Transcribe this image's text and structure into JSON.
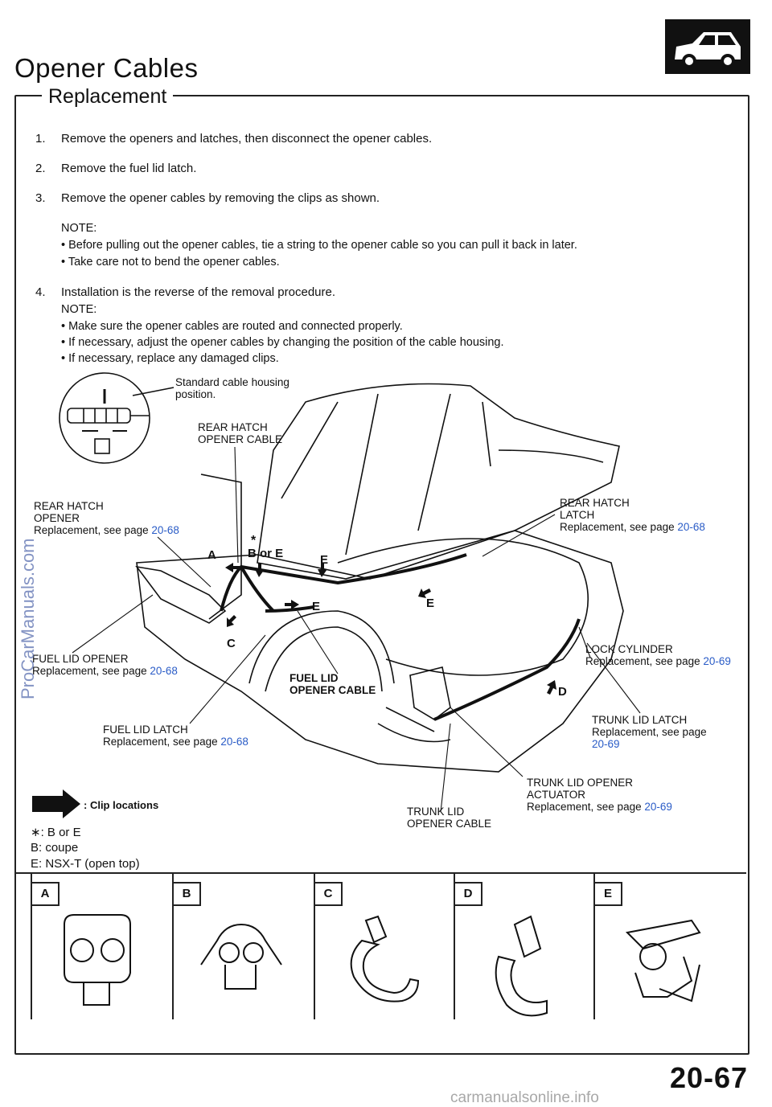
{
  "header": {
    "title": "Opener Cables",
    "section": "Replacement",
    "badge_icon": "car-icon"
  },
  "steps": [
    {
      "num": "1.",
      "text": "Remove  the  openers  and  latches,  then  disconnect  the  opener  cables."
    },
    {
      "num": "2.",
      "text": "Remove  the  fuel  lid  latch."
    },
    {
      "num": "3.",
      "text": "Remove  the  opener  cables  by  removing  the  clips  as  shown."
    },
    {
      "num": "4.",
      "text": "Installation  is  the  reverse  of  the  removal  procedure."
    }
  ],
  "notes": {
    "note_label": "NOTE:",
    "step3": [
      "•  Before  pulling  out  the  opener  cables,  tie  a  string  to  the  opener  cable  so  you  can  pull  it  back  in  later.",
      "•  Take  care  not  to  bend  the  opener  cables."
    ],
    "step4": [
      "•  Make  sure  the  opener  cables  are  routed  and  connected  properly.",
      "•  If  necessary,  adjust  the  opener  cables  by  changing  the  position  of  the  cable  housing.",
      "•  If  necessary,  replace  any  damaged  clips."
    ]
  },
  "diagram": {
    "std_housing": [
      "Standard  cable  housing",
      "position."
    ],
    "rear_hatch_opener_cable": [
      "REAR  HATCH",
      "OPENER CABLE"
    ],
    "rear_hatch_opener": [
      "REAR HATCH",
      "OPENER",
      "Replacement,  see  page "
    ],
    "rear_hatch_opener_ref": "20-68",
    "rear_hatch_latch": [
      "REAR HATCH",
      "LATCH",
      "Replacement,  see  page "
    ],
    "rear_hatch_latch_ref": "20-68",
    "lock_cylinder": [
      "LOCK CYLINDER",
      "Replacement,  see  page "
    ],
    "lock_cylinder_ref": "20-69",
    "fuel_lid_opener": [
      "FUEL LID OPENER",
      "Replacement,  see  page "
    ],
    "fuel_lid_opener_ref": "20-68",
    "fuel_lid_latch": [
      "FUEL  LID  LATCH",
      "Replacement,  see  page "
    ],
    "fuel_lid_latch_ref": "20-68",
    "fuel_lid_opener_cable": [
      "FUEL LID",
      "OPENER CABLE"
    ],
    "trunk_lid_latch": [
      "TRUNK  LID  LATCH",
      "Replacement,  see  page"
    ],
    "trunk_lid_latch_ref": "20-69",
    "trunk_lid_opener_actuator": [
      "TRUNK LID OPENER",
      "ACTUATOR",
      "Replacement,  see  page "
    ],
    "trunk_lid_opener_actuator_ref": "20-69",
    "trunk_lid_opener_cable": [
      "TRUNK  LID",
      "OPENER  CABLE"
    ],
    "callouts": {
      "a": "A",
      "b_or_e": "B or E",
      "star": "*",
      "c": "C",
      "d": "D",
      "e1": "E",
      "e2": "E",
      "e3": "E"
    }
  },
  "legend": {
    "clip_locations": ":  Clip  locations",
    "line1": "∗:  B  or  E",
    "line2": "B:  coupe",
    "line3": "E:  NSX-T  (open  top)"
  },
  "clips": [
    "A",
    "B",
    "C",
    "D",
    "E"
  ],
  "footer": {
    "page": "20-67",
    "watermark_left": "ProCarManuals.com",
    "watermark_bottom": "carmanualsonline.info"
  }
}
